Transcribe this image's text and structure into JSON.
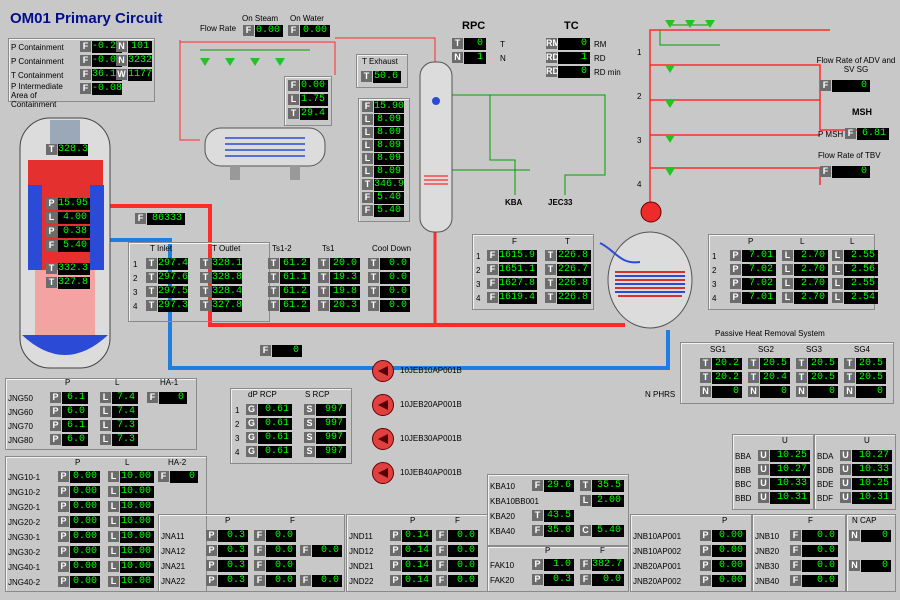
{
  "title": "OM01 Primary Circuit",
  "containment": {
    "rows": [
      {
        "label": "P Containment",
        "tag": "F",
        "value": "-0.24",
        "tag2": "N",
        "value2": "101"
      },
      {
        "label": "P Containment",
        "tag": "F",
        "value": "-0.00",
        "tag2": "N",
        "value2": "3232"
      },
      {
        "label": "T Containment",
        "tag": "F",
        "value": "36.12",
        "tag2": "W",
        "value2": "1177"
      },
      {
        "label": "P Intermediate Area of Containment",
        "tag": "F",
        "value": "-0.08"
      }
    ]
  },
  "steam": {
    "flow_rate": "Flow Rate",
    "on_steam": "On Steam",
    "on_water": "On Water",
    "v1": "0.00",
    "v2": "0.00",
    "col": [
      {
        "tag": "F",
        "value": "0.00"
      },
      {
        "tag": "L",
        "value": "1.75"
      },
      {
        "tag": "T",
        "value": "29.4"
      }
    ]
  },
  "exhaust": {
    "label": "T Exhaust",
    "tag": "T",
    "value": "50.6"
  },
  "pressurizer_col": [
    {
      "tag": "F",
      "value": "15.90"
    },
    {
      "tag": "L",
      "value": "8.09"
    },
    {
      "tag": "L",
      "value": "8.09"
    },
    {
      "tag": "L",
      "value": "8.09"
    },
    {
      "tag": "L",
      "value": "8.09"
    },
    {
      "tag": "L",
      "value": "8.09"
    },
    {
      "tag": "T",
      "value": "346.9"
    },
    {
      "tag": "F",
      "value": "5.40"
    },
    {
      "tag": "F",
      "value": "5.40"
    }
  ],
  "rpc": {
    "label": "RPC",
    "rows": [
      {
        "tag": "T",
        "value": "0",
        "suffix": "T"
      },
      {
        "tag": "N",
        "value": "1",
        "suffix": "N"
      }
    ]
  },
  "tc": {
    "label": "TC",
    "rows": [
      {
        "tag": "RM",
        "value": "0",
        "suffix": "RM"
      },
      {
        "tag": "RD",
        "value": "1",
        "suffix": "RD"
      },
      {
        "tag": "RD",
        "value": "0",
        "suffix": "RD min"
      }
    ]
  },
  "kba": "KBA",
  "jec": "JEC33",
  "reactor": {
    "top": "328.3",
    "vals": [
      {
        "tag": "P",
        "value": "15.95"
      },
      {
        "tag": "L",
        "value": "4.00"
      },
      {
        "tag": "P",
        "value": "0.38"
      },
      {
        "tag": "F",
        "value": "5.40"
      },
      {
        "tag": "T",
        "value": "332.3"
      },
      {
        "tag": "T",
        "value": "327.8"
      }
    ]
  },
  "hot_flow": {
    "tag": "F",
    "value": "86333"
  },
  "loops": {
    "inlet": "T Inlet",
    "outlet": "T Outlet",
    "rows": [
      {
        "n": "1",
        "tin": "297.4",
        "tout": "328.1"
      },
      {
        "n": "2",
        "tin": "297.6",
        "tout": "328.8"
      },
      {
        "n": "3",
        "tin": "297.5",
        "tout": "328.4"
      },
      {
        "n": "4",
        "tin": "297.3",
        "tout": "327.8"
      }
    ]
  },
  "ts12": {
    "label": "Ts1-2",
    "values": [
      "61.2",
      "61.1",
      "61.2",
      "61.2"
    ]
  },
  "ts1": {
    "label": "Ts1",
    "values": [
      "20.0",
      "19.3",
      "19.8",
      "20.3"
    ]
  },
  "cooldown": {
    "label": "Cool Down",
    "values": [
      "0.0",
      "0.0",
      "0.0",
      "0.0"
    ]
  },
  "cold_flow": {
    "tag": "F",
    "value": "0"
  },
  "sg_ft": {
    "f": "F",
    "t": "T",
    "rows": [
      {
        "n": "1",
        "f": "1615.9",
        "t": "226.8"
      },
      {
        "n": "2",
        "f": "1651.1",
        "t": "226.7"
      },
      {
        "n": "3",
        "f": "1627.8",
        "t": "226.8"
      },
      {
        "n": "4",
        "f": "1619.4",
        "t": "226.8"
      }
    ]
  },
  "sg_pl": {
    "p": "P",
    "l": "L",
    "l2": "L",
    "rows": [
      {
        "n": "1",
        "p": "7.01",
        "l": "2.70",
        "l2": "2.55"
      },
      {
        "n": "2",
        "p": "7.02",
        "l": "2.70",
        "l2": "2.56"
      },
      {
        "n": "3",
        "p": "7.02",
        "l": "2.70",
        "l2": "2.55"
      },
      {
        "n": "4",
        "p": "7.01",
        "l": "2.70",
        "l2": "2.54"
      }
    ]
  },
  "adv": {
    "label": "Flow Rate of ADV and SV SG",
    "tag": "F",
    "value": "0"
  },
  "msh": {
    "label": "MSH",
    "plabel": "P MSH",
    "tag": "F",
    "value": "6.81"
  },
  "tbv": {
    "label": "Flow Rate of TBV",
    "tag": "F",
    "value": "0"
  },
  "steam_lines": [
    "1",
    "2",
    "3",
    "4"
  ],
  "phrs": {
    "title": "Passive Heat Removal System",
    "heads": [
      "SG1",
      "SG2",
      "SG3",
      "SG4"
    ],
    "r1": [
      "20.2",
      "20.5",
      "20.5",
      "20.5"
    ],
    "r2": [
      "20.2",
      "20.4",
      "20.5",
      "20.5"
    ],
    "r3": [
      "0",
      "0",
      "0",
      "0"
    ],
    "nlabel": "N PHRS"
  },
  "pumps": [
    "10JEB10AP001B",
    "10JEB20AP001B",
    "10JEB30AP001B",
    "10JEB40AP001B"
  ],
  "rcp": {
    "dp": "dP RCP",
    "s": "S RCP",
    "rows": [
      {
        "n": "1",
        "dp": "0.61",
        "s": "997"
      },
      {
        "n": "2",
        "dp": "0.61",
        "s": "997"
      },
      {
        "n": "3",
        "dp": "0.61",
        "s": "997"
      },
      {
        "n": "4",
        "dp": "0.61",
        "s": "997"
      }
    ]
  },
  "jng": {
    "p": "P",
    "l": "L",
    "ha": "HA-1",
    "ha_val": "0",
    "rows": [
      {
        "name": "JNG50",
        "p": "6.1",
        "l": "7.4"
      },
      {
        "name": "JNG60",
        "p": "6.0",
        "l": "7.4"
      },
      {
        "name": "JNG70",
        "p": "6.1",
        "l": "7.3"
      },
      {
        "name": "JNG80",
        "p": "6.0",
        "l": "7.3"
      }
    ]
  },
  "jng2": {
    "p": "P",
    "l": "L",
    "ha": "HA-2",
    "ha_val": "0",
    "rows": [
      {
        "name": "JNG10-1",
        "p": "0.00",
        "l": "10.00"
      },
      {
        "name": "JNG10-2",
        "p": "0.00",
        "l": "10.00"
      },
      {
        "name": "JNG20-1",
        "p": "0.00",
        "l": "10.00"
      },
      {
        "name": "JNG20-2",
        "p": "0.00",
        "l": "10.00"
      },
      {
        "name": "JNG30-1",
        "p": "0.00",
        "l": "10.00"
      },
      {
        "name": "JNG30-2",
        "p": "0.00",
        "l": "10.00"
      },
      {
        "name": "JNG40-1",
        "p": "0.00",
        "l": "10.00"
      },
      {
        "name": "JNG40-2",
        "p": "0.00",
        "l": "10.00"
      }
    ]
  },
  "jna": {
    "p": "P",
    "f": "F",
    "rows": [
      {
        "name": "JNA11",
        "p": "0.3",
        "f": "0.0"
      },
      {
        "name": "JNA12",
        "p": "0.3",
        "f": "0.0",
        "f2": "0.0"
      },
      {
        "name": "JNA21",
        "p": "0.3",
        "f": "0.0"
      },
      {
        "name": "JNA22",
        "p": "0.3",
        "f": "0.0",
        "f2": "0.0"
      }
    ]
  },
  "jnd": {
    "p": "P",
    "f": "F",
    "rows": [
      {
        "name": "JND11",
        "p": "0.14",
        "f": "0.0"
      },
      {
        "name": "JND12",
        "p": "0.14",
        "f": "0.0",
        "f2": "0.0"
      },
      {
        "name": "JND21",
        "p": "0.14",
        "f": "0.0"
      },
      {
        "name": "JND22",
        "p": "0.14",
        "f": "0.0",
        "f2": "0.0"
      }
    ]
  },
  "kba_tbl": {
    "rows": [
      {
        "name": "KBA10",
        "tag": "F",
        "value": "29.6",
        "tag2": "T",
        "value2": "35.5"
      },
      {
        "name": "KBA10BB001",
        "tag2": "L",
        "value2": "2.00"
      },
      {
        "name": "KBA20",
        "tag": "T",
        "value": "43.5"
      },
      {
        "name": "KBA40",
        "tag": "F",
        "value": "35.0",
        "tag2": "C",
        "value2": "5.40"
      }
    ]
  },
  "fak": {
    "p": "P",
    "f": "F",
    "rows": [
      {
        "name": "FAK10",
        "p": "1.0",
        "f": "382.7"
      },
      {
        "name": "FAK20",
        "p": "0.3",
        "f": "0.0"
      }
    ]
  },
  "jnb": {
    "p": "P",
    "rows": [
      {
        "name": "JNB10AP001",
        "v": "0.00"
      },
      {
        "name": "JNB10AP002",
        "v": "0.00"
      },
      {
        "name": "JNB20AP001",
        "v": "0.00"
      },
      {
        "name": "JNB20AP002",
        "v": "0.00"
      }
    ]
  },
  "jnb2": {
    "f": "F",
    "rows": [
      {
        "name": "JNB10",
        "v": "0.0"
      },
      {
        "name": "JNB20",
        "v": "0.0"
      },
      {
        "name": "JNB30",
        "v": "0.0"
      },
      {
        "name": "JNB40",
        "v": "0.0"
      }
    ]
  },
  "ncap": {
    "label": "N CAP",
    "values": [
      "0",
      "0"
    ]
  },
  "bb": {
    "u": "U",
    "rows": [
      {
        "name": "BBA",
        "v": "10.25"
      },
      {
        "name": "BBB",
        "v": "10.27"
      },
      {
        "name": "BBC",
        "v": "10.33"
      },
      {
        "name": "BBD",
        "v": "10.31"
      }
    ]
  },
  "bd": {
    "u": "U",
    "rows": [
      {
        "name": "BDA",
        "v": "10.27"
      },
      {
        "name": "BDB",
        "v": "10.33"
      },
      {
        "name": "BDE",
        "v": "10.25"
      },
      {
        "name": "BDF",
        "v": "10.31"
      }
    ]
  },
  "colors": {
    "hot": "#ff2a2a",
    "cold": "#1e7fe0",
    "green": "#00a000"
  }
}
